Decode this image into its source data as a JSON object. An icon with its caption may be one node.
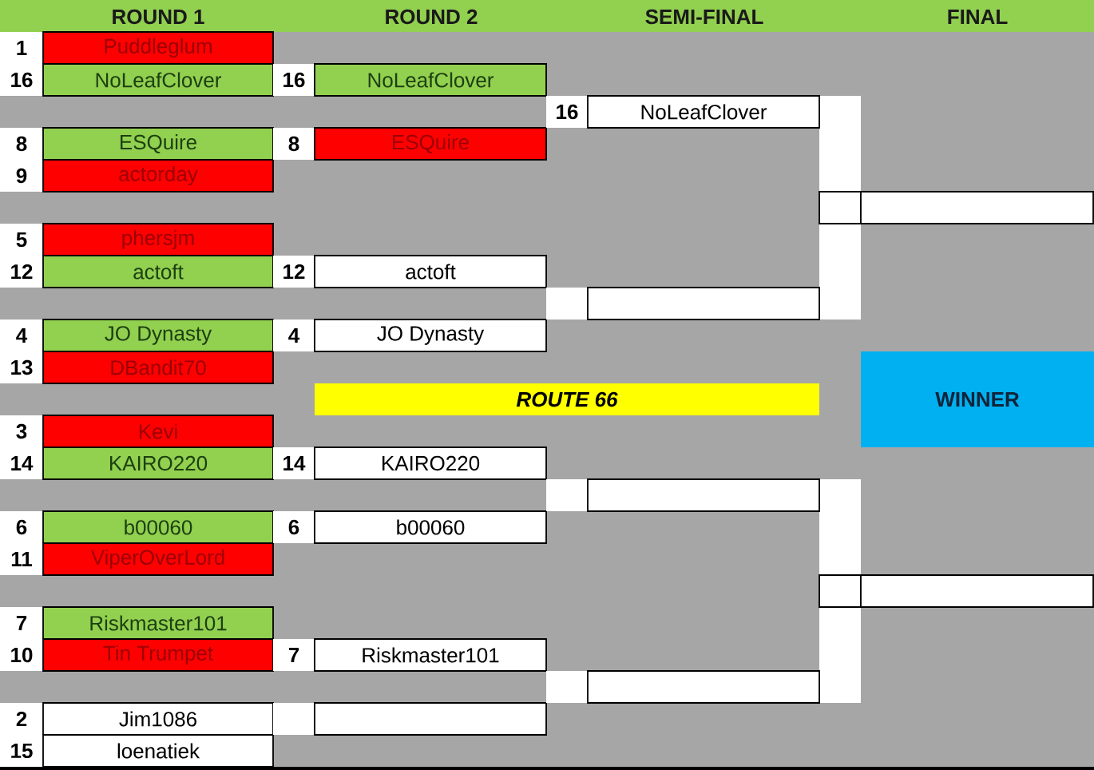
{
  "diagram": {
    "nodes": [
      {
        "text": [
          "Puddleglum"
        ],
        "beside": [
          "1"
        ]
      },
      {
        "text": [
          "NoLeafClover"
        ],
        "beside": [
          "16"
        ]
      },
      {
        "text": [
          "ESQuire"
        ],
        "beside": [
          "8"
        ]
      },
      {
        "text": [
          "actorday"
        ],
        "beside": [
          "9"
        ]
      },
      {
        "text": [
          "phersjm"
        ],
        "beside": [
          "5"
        ]
      },
      {
        "text": [
          "actoft"
        ],
        "beside": [
          "12"
        ]
      },
      {
        "text": [
          "JO Dynasty"
        ],
        "beside": [
          "4"
        ]
      },
      {
        "text": [
          "DBandit70"
        ],
        "beside": [
          "13"
        ]
      },
      {
        "text": [
          "Kevi"
        ],
        "beside": [
          "3"
        ]
      },
      {
        "text": [
          "KAIRO220"
        ],
        "beside": [
          "14"
        ]
      },
      {
        "text": [
          "b00060"
        ],
        "beside": [
          "6"
        ]
      },
      {
        "text": [
          "ViperOverLord"
        ],
        "beside": [
          "11"
        ]
      },
      {
        "text": [
          "Riskmaster101"
        ],
        "beside": [
          "7"
        ]
      },
      {
        "text": [
          "Tin Trumpet"
        ],
        "beside": [
          "10"
        ]
      },
      {
        "text": [
          "Jim1086"
        ],
        "beside": [
          "2"
        ]
      },
      {
        "text": [
          "loenatiek"
        ],
        "beside": [
          "15"
        ]
      },
      {
        "text": [
          "NoLeafClover"
        ],
        "beside": [
          "16"
        ]
      },
      {
        "text": [
          "ESQuire"
        ],
        "beside": [
          "8"
        ]
      },
      {
        "text": [
          "actoft"
        ],
        "beside": [
          "12"
        ]
      },
      {
        "text": [
          "JO Dynasty"
        ],
        "beside": [
          "4"
        ]
      },
      {
        "text": [
          "KAIRO220"
        ],
        "beside": [
          "14"
        ]
      },
      {
        "text": [
          "b00060"
        ],
        "beside": [
          "6"
        ]
      },
      {
        "text": [
          "Riskmaster101"
        ],
        "beside": [
          "7"
        ]
      },
      {
        "text": [],
        "shape": "box"
      },
      {
        "text": [
          "NoLeafClover"
        ],
        "beside": [
          "16"
        ]
      },
      {
        "text": [],
        "shape": "box"
      },
      {
        "text": [],
        "shape": "box"
      },
      {
        "text": [],
        "shape": "box"
      },
      {
        "text": [],
        "shape": "box"
      },
      {
        "text": [],
        "shape": "box"
      },
      {
        "text": [
          "ROUTE 66"
        ]
      },
      {
        "text": [
          "WINNER"
        ]
      }
    ],
    "labels": [
      "ROUND 1",
      "ROUND 2",
      "SEMI-FINAL",
      "FINAL"
    ]
  }
}
